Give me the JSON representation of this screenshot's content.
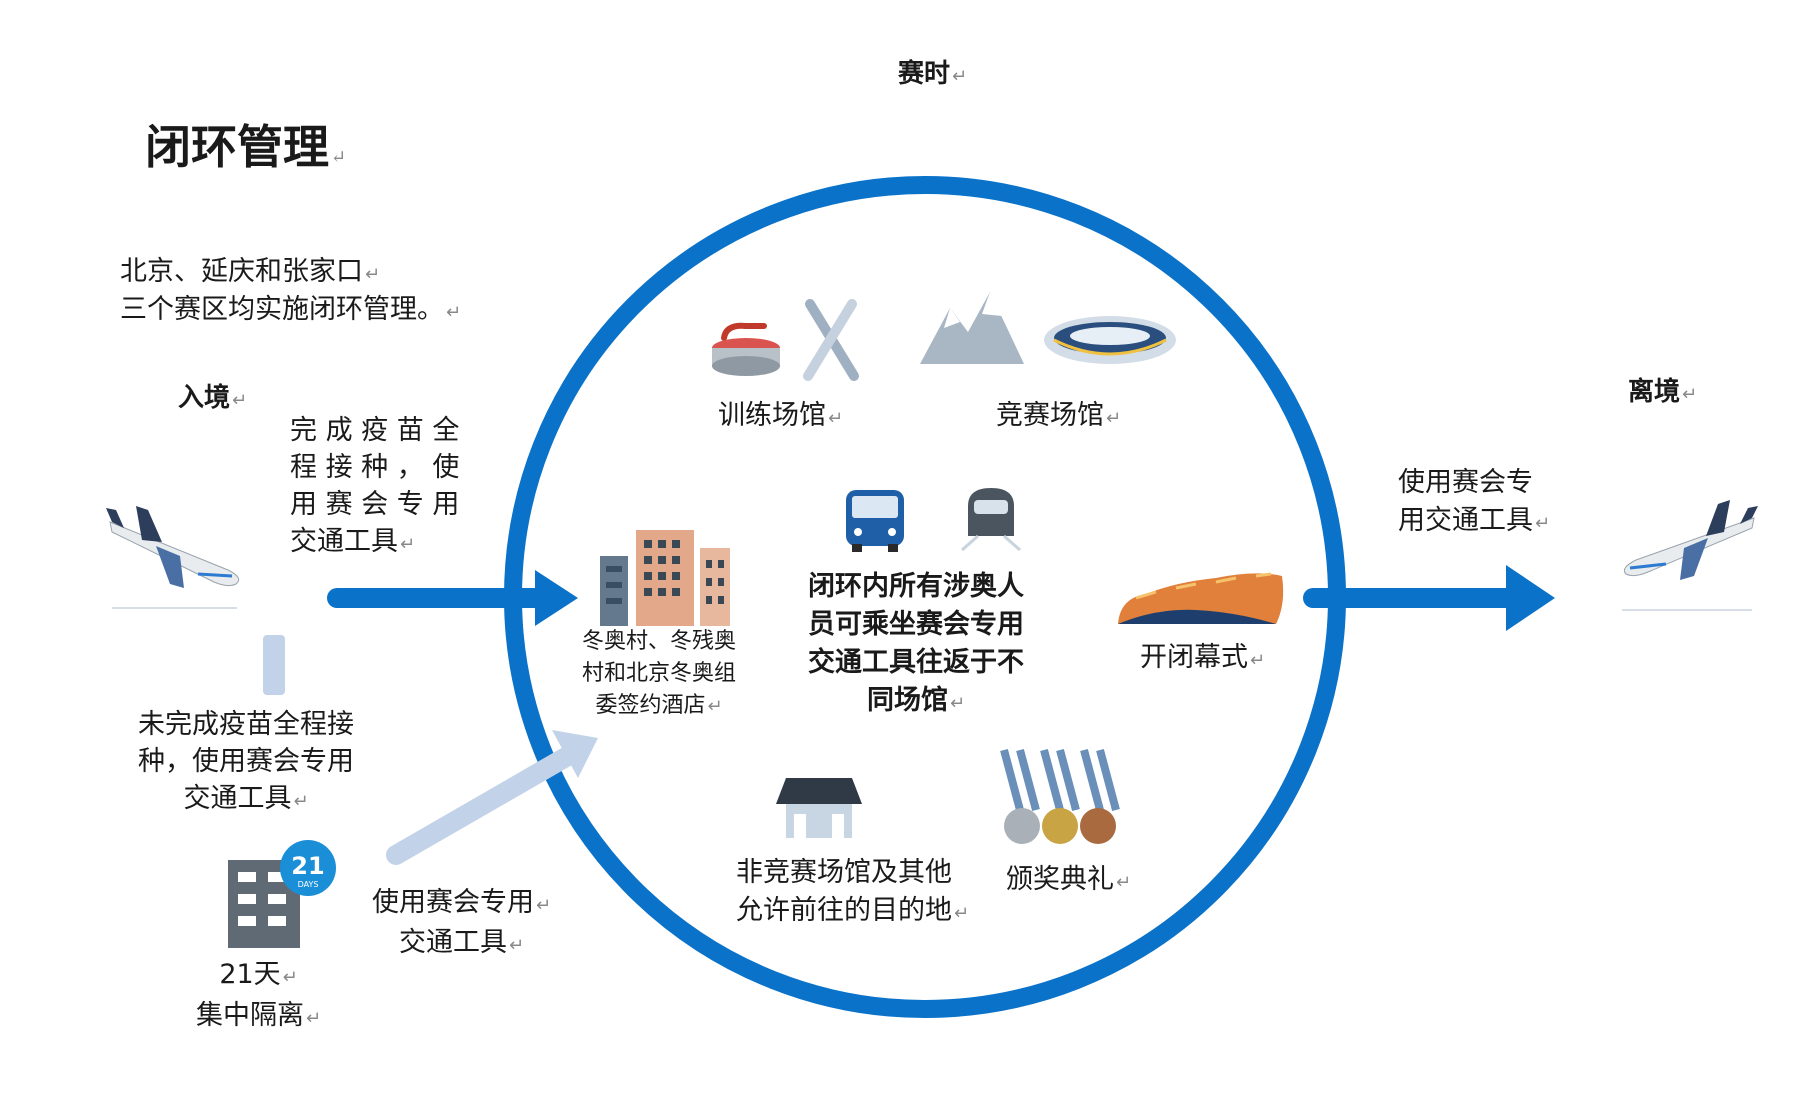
{
  "header": {
    "phase_label": "赛时"
  },
  "title": "闭环管理",
  "intro": {
    "line1": "北京、延庆和张家口",
    "line2": "三个赛区均实施闭环管理。"
  },
  "entry": {
    "label": "入境",
    "vaccinated": [
      "完 成 疫 苗 全",
      "程 接 种 ， 使",
      "用 赛 会 专 用",
      "交通工具"
    ],
    "unvaccinated": [
      "未完成疫苗全程接",
      "种，使用赛会专用",
      "交通工具"
    ],
    "quarantine_badge": "21",
    "quarantine_badge_sub": "DAYS",
    "quarantine": [
      "21天",
      "集中隔离"
    ],
    "after_quarantine": [
      "使用赛会专用",
      "交通工具"
    ]
  },
  "loop": {
    "training": "训练场馆",
    "competition": "竞赛场馆",
    "village": [
      "冬奥村、冬残奥",
      "村和北京冬奥组",
      "委签约酒店"
    ],
    "center": [
      "闭环内所有涉奥人",
      "员可乘坐赛会专用",
      "交通工具往返于不",
      "同场馆"
    ],
    "ceremony": "开闭幕式",
    "noncompetition": [
      "非竞赛场馆及其他",
      "允许前往的目的地"
    ],
    "medal": "颁奖典礼"
  },
  "exit": {
    "label": "离境",
    "transport": [
      "使用赛会专",
      "用交通工具"
    ]
  },
  "colors": {
    "primary": "#0a72c9",
    "light": "#c2d2e9",
    "badge": "#1a8fd8",
    "building": "#5f6a74"
  },
  "icons": [
    "plane-icon",
    "building-quarantine-icon",
    "curling-stone-icon",
    "skis-icon",
    "mountain-icon",
    "stadium-icon",
    "hotel-buildings-icon",
    "bus-icon",
    "train-icon",
    "ceremony-torch-icon",
    "pavilion-icon",
    "medals-icon"
  ]
}
